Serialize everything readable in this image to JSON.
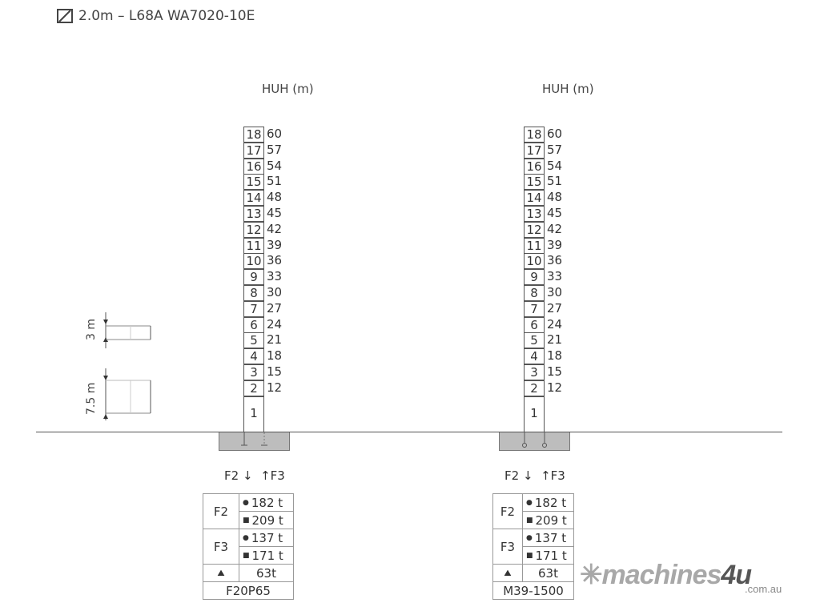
{
  "title": "2.0m – L68A  WA7020-10E",
  "towers": [
    {
      "header": "HUH (m)",
      "sections": [
        18,
        17,
        16,
        15,
        14,
        13,
        12,
        11,
        10,
        9,
        8,
        7,
        6,
        5,
        4,
        3,
        2,
        1
      ],
      "heights": [
        "60",
        "57",
        "54",
        "51",
        "48",
        "45",
        "42",
        "39",
        "36",
        "33",
        "30",
        "27",
        "24",
        "21",
        "18",
        "15",
        "12"
      ],
      "force_labels": {
        "down": "F2",
        "up": "F3"
      },
      "table": {
        "f2_label": "F2",
        "f2_circle": "182 t",
        "f2_square": "209 t",
        "f3_label": "F3",
        "f3_circle": "137 t",
        "f3_square": "171 t",
        "weight": "63t",
        "foundation": "F20P65"
      }
    },
    {
      "header": "HUH (m)",
      "sections": [
        18,
        17,
        16,
        15,
        14,
        13,
        12,
        11,
        10,
        9,
        8,
        7,
        6,
        5,
        4,
        3,
        2,
        1
      ],
      "heights": [
        "60",
        "57",
        "54",
        "51",
        "48",
        "45",
        "42",
        "39",
        "36",
        "33",
        "30",
        "27",
        "24",
        "21",
        "18",
        "15",
        "12"
      ],
      "force_labels": {
        "down": "F2",
        "up": "F3"
      },
      "table": {
        "f2_label": "F2",
        "f2_circle": "182 t",
        "f2_square": "209 t",
        "f3_label": "F3",
        "f3_circle": "137 t",
        "f3_square": "171 t",
        "weight": "63t",
        "foundation": "M39-1500"
      }
    }
  ],
  "legend": {
    "short_section": "3 m",
    "base_section": "7.5 m"
  },
  "logo": {
    "name": "machines",
    "accent": "4u",
    "domain": ".com.au"
  }
}
